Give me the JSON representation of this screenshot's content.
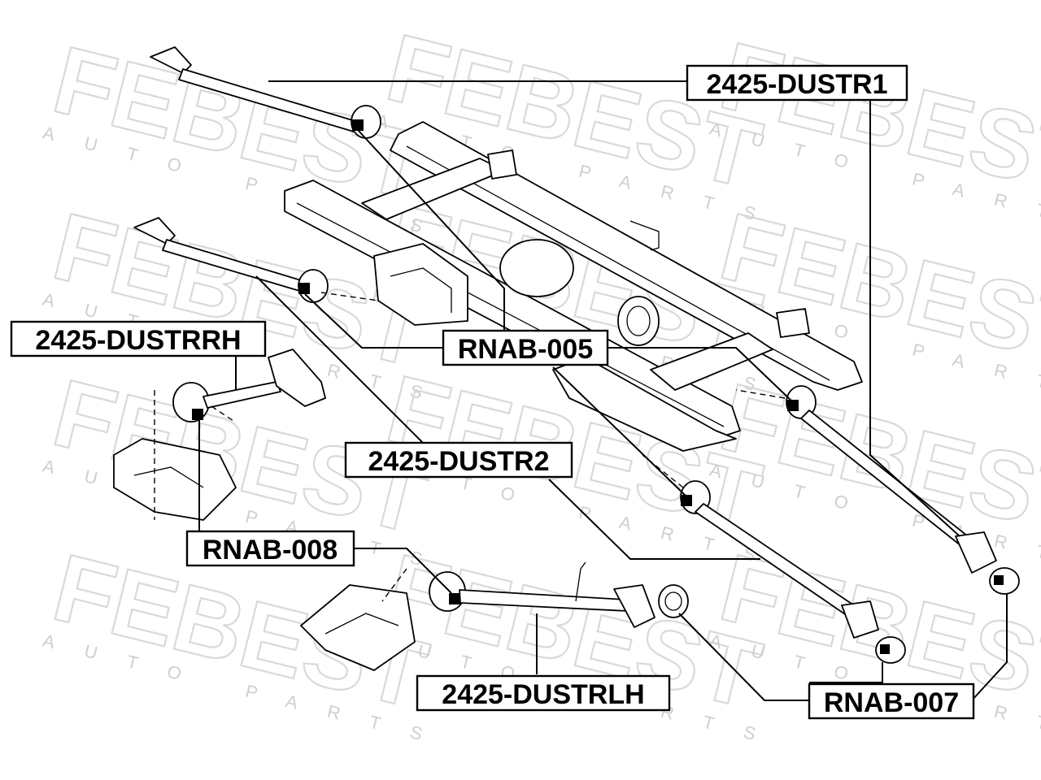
{
  "watermark": {
    "brand": "FEBEST",
    "subtitle": "AUTO PARTS",
    "color": "#d9d9d9"
  },
  "labels": {
    "dustr1": "2425-DUSTR1",
    "dustrrh": "2425-DUSTRRH",
    "rnab005": "RNAB-005",
    "dustr2": "2425-DUSTR2",
    "rnab008": "RNAB-008",
    "dustrlh": "2425-DUSTRLH",
    "rnab007": "RNAB-007"
  },
  "colors": {
    "line": "#000000",
    "background": "#ffffff"
  }
}
